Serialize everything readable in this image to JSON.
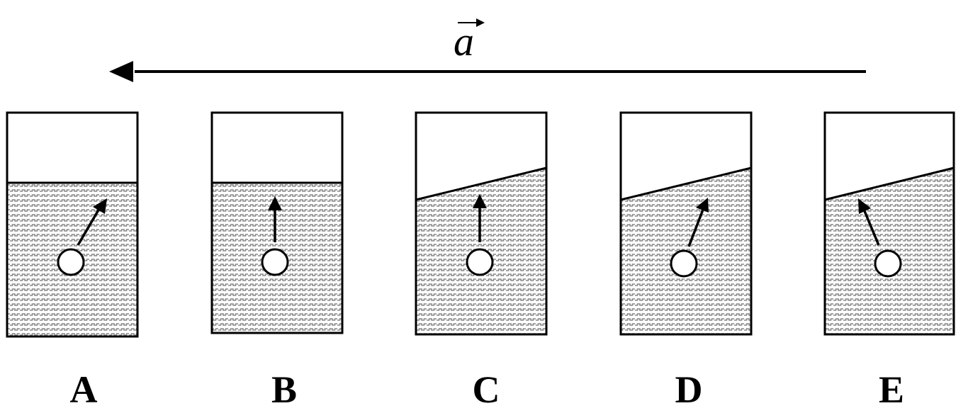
{
  "acceleration": {
    "label": "a",
    "direction": "left"
  },
  "options": [
    {
      "label": "A",
      "surface": "level",
      "arrow": "tilted-right"
    },
    {
      "label": "B",
      "surface": "level",
      "arrow": "vertical"
    },
    {
      "label": "C",
      "surface": "tilted",
      "arrow": "vertical"
    },
    {
      "label": "D",
      "surface": "tilted",
      "arrow": "tilted-right"
    },
    {
      "label": "E",
      "surface": "tilted",
      "arrow": "tilted-left"
    }
  ],
  "colors": {
    "stroke": "#000000",
    "liquid_fill": "#d9d9d9",
    "liquid_wave": "#8a8a8a",
    "background": "#ffffff"
  }
}
